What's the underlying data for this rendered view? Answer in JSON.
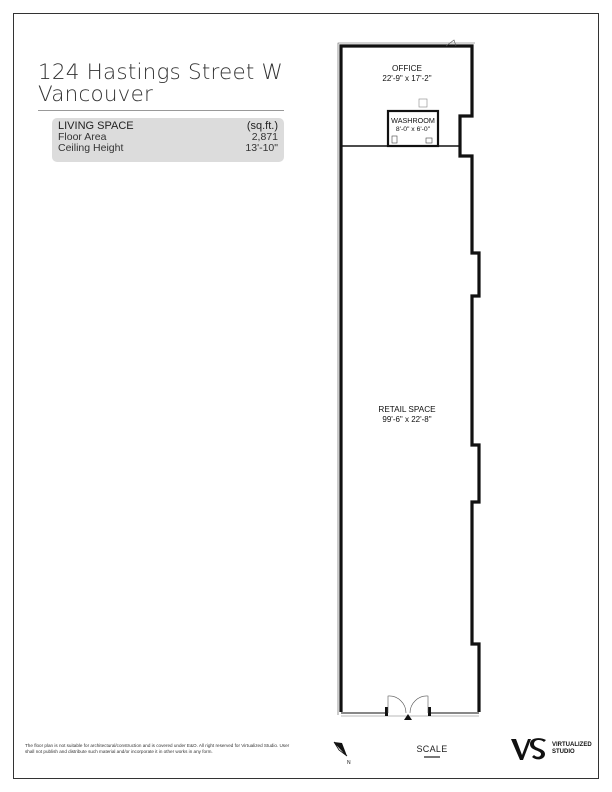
{
  "property": {
    "address_line1": "124 Hastings Street W",
    "address_line2": "Vancouver"
  },
  "space_table": {
    "heading": "LIVING SPACE",
    "unit": "(sq.ft.)",
    "rows": [
      {
        "label": "Floor Area",
        "value": "2,871"
      },
      {
        "label": "Ceiling Height",
        "value": "13'-10\""
      }
    ]
  },
  "rooms": {
    "office": {
      "name": "OFFICE",
      "dims": "22'-9\" x 17'-2\""
    },
    "washroom": {
      "name": "WASHROOM",
      "dims": "8'-0\" x 6'-0\""
    },
    "retail": {
      "name": "RETAIL SPACE",
      "dims": "99'-6\" x 22'-8\""
    }
  },
  "footer": {
    "disclaimer": "The floor plan is not suitable for architectural/construction and is covered under E&O. All right reserved for Virtualized Studio. User shall not publish and distribute such material and/or incorporate it in other works in any form.",
    "scale_label": "SCALE",
    "north_label": "N",
    "brand_line1": "VIRTUALIZED",
    "brand_line2": "STUDIO",
    "brand_mark": "VS"
  },
  "colors": {
    "wall": "#111111",
    "card_bg": "#dcdcdc"
  }
}
